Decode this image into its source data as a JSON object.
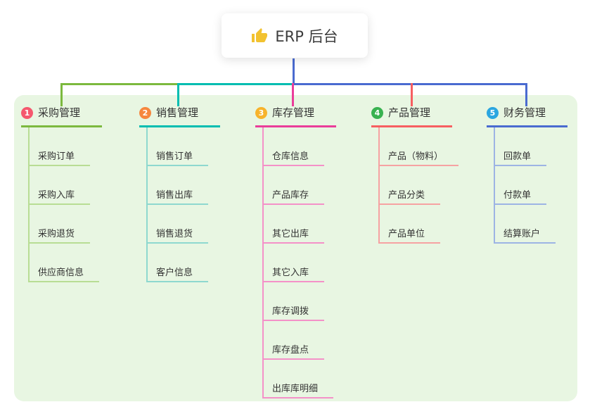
{
  "root": {
    "label": "ERP 后台",
    "icon": "thumbs-up-icon",
    "icon_color": "#f2c230"
  },
  "panel_bg": "#e8f6e2",
  "stem_color": "#4a6bd0",
  "branches": [
    {
      "num": "1",
      "label": "采购管理",
      "color": "#7cb93e",
      "light_color": "#b8dd94",
      "badge_color": "#f5586e",
      "items": [
        "采购订单",
        "采购入库",
        "采购退货",
        "供应商信息"
      ]
    },
    {
      "num": "2",
      "label": "销售管理",
      "color": "#00bdb1",
      "light_color": "#8ed8cf",
      "badge_color": "#f6873e",
      "items": [
        "销售订单",
        "销售出库",
        "销售退货",
        "客户信息"
      ]
    },
    {
      "num": "3",
      "label": "库存管理",
      "color": "#ea3d9a",
      "light_color": "#f491c8",
      "badge_color": "#f7b32b",
      "items": [
        "仓库信息",
        "产品库存",
        "其它出库",
        "其它入库",
        "库存调拨",
        "库存盘点",
        "出库库明细"
      ]
    },
    {
      "num": "4",
      "label": "产品管理",
      "color": "#f75f61",
      "light_color": "#f6a2a2",
      "badge_color": "#38b250",
      "items": [
        "产品（物料）",
        "产品分类",
        "产品单位"
      ]
    },
    {
      "num": "5",
      "label": "财务管理",
      "color": "#4a6bd0",
      "light_color": "#9db4e4",
      "badge_color": "#2ba6e0",
      "items": [
        "回款单",
        "付款单",
        "结算账户"
      ]
    }
  ]
}
